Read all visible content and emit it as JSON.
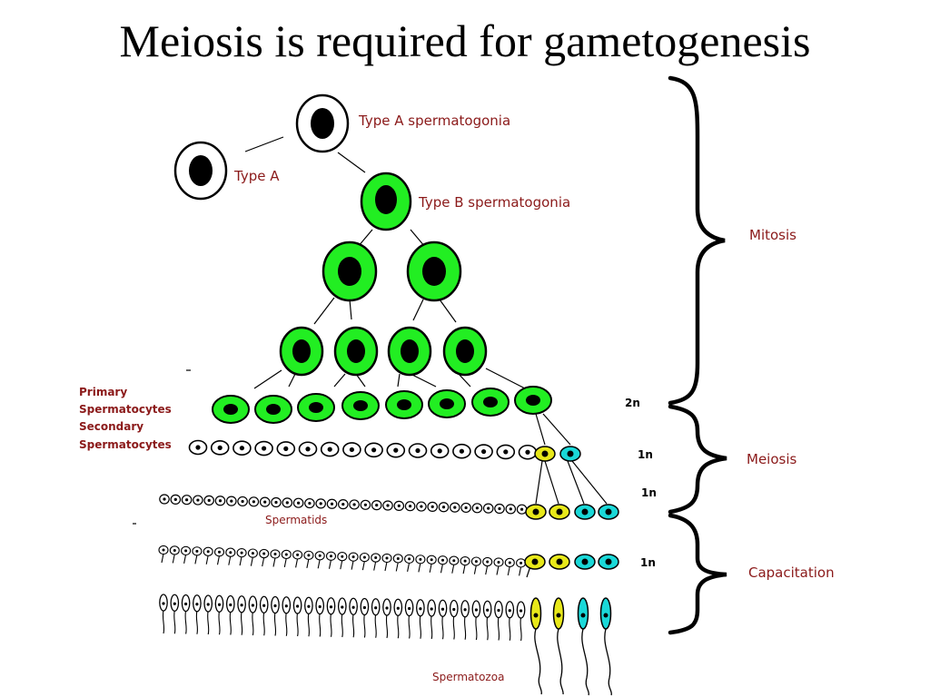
{
  "title": "Meiosis is required for gametogenesis",
  "labels": {
    "type_a_spermatogonia": "Type A spermatogonia",
    "type_a": "Type A",
    "type_b_spermatogonia": "Type B spermatogonia",
    "primary": "Primary",
    "spermatocytes_1": "Spermatocytes",
    "secondary": "Secondary",
    "spermatocytes_2": "Spermatocytes",
    "spermatids": "Spermatids",
    "spermatozoa": "Spermatozoa"
  },
  "ploidy": {
    "p1": "2n",
    "p2": "1n",
    "p3": "1n",
    "p4": "1n"
  },
  "phases": {
    "mitosis": "Mitosis",
    "meiosis": "Meiosis",
    "capacitation": "Capacitation"
  },
  "colors": {
    "label": "#8b1a1a",
    "cell_green": "#22ee22",
    "cell_yellow": "#e8e81a",
    "cell_cyan": "#1ad8d8",
    "nucleus": "#000000"
  }
}
